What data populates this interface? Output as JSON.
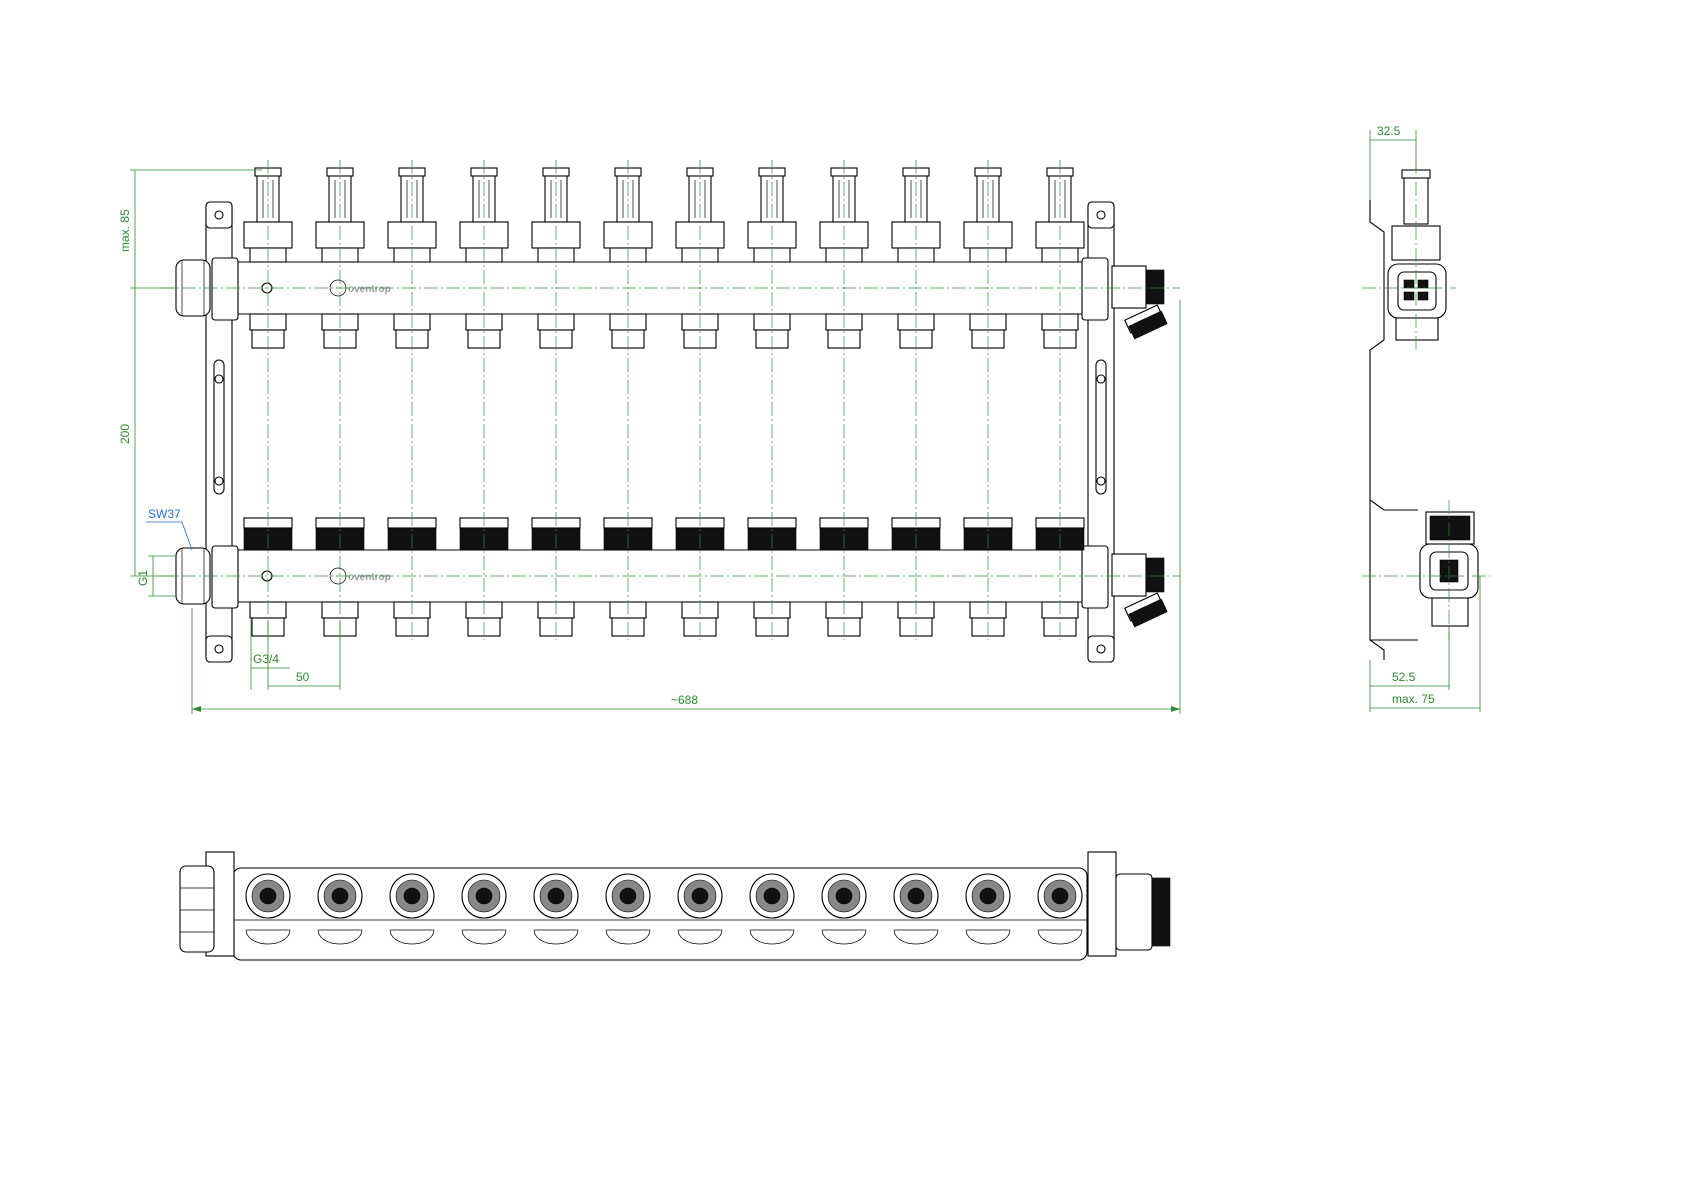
{
  "drawing": {
    "dimensions": {
      "flowmeter_height": "max. 85",
      "bar_spacing": "200",
      "inlet_thread": "G1",
      "wrench_size": "SW37",
      "outlet_thread": "G3/4",
      "outlet_pitch": "50",
      "overall_length": "~688",
      "side_flowmeter_offset": "32.5",
      "side_depth": "52.5",
      "side_max_depth": "max. 75"
    },
    "brand_marks": [
      "oventrop",
      "oventrop"
    ],
    "outlet_count": 12,
    "colors": {
      "dimension": "#2e8b2e",
      "leader": "#1f6fd1",
      "outline": "#000000",
      "logo": "#9a9a9a"
    }
  }
}
